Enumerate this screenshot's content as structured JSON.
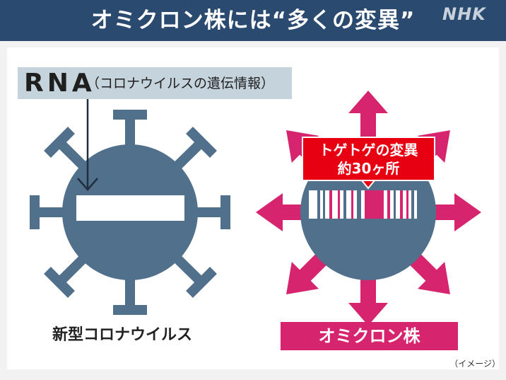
{
  "header": {
    "title": "オミクロン株には“多くの変異”",
    "logo_text": "NHK",
    "background_color": "#2b4a70"
  },
  "left_virus": {
    "rna_label": "RNA",
    "rna_description": "（コロナウイルスの遺伝情報）",
    "caption": "新型コロナウイルス",
    "color": "#51708c"
  },
  "right_virus": {
    "mutation_label_line1": "トゲトゲの変異",
    "mutation_label_line2": "約30ヶ所",
    "caption": "オミクロン株",
    "arrow_color": "#d6246e",
    "label_color": "#e60012"
  },
  "footnote": "（イメージ）"
}
